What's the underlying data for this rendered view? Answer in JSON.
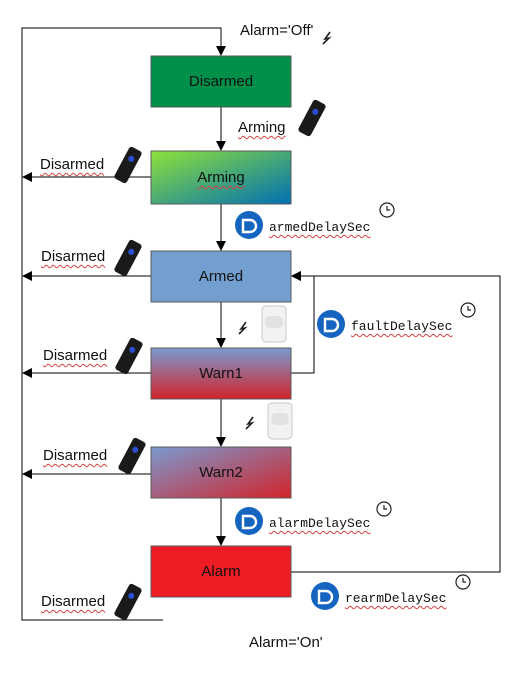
{
  "title_top": "Alarm='Off'",
  "title_bottom": "Alarm='On'",
  "states": {
    "disarmed": "Disarmed",
    "arming": "Arming",
    "armed": "Armed",
    "warn1": "Warn1",
    "warn2": "Warn2",
    "alarm": "Alarm"
  },
  "transitions": {
    "arming_label": "Arming",
    "disarmed_label": "Disarmed",
    "armed_delay": "armedDelaySec",
    "fault_delay": "faultDelaySec",
    "alarm_delay": "alarmDelaySec",
    "rearm_delay": "rearmDelaySec"
  },
  "colors": {
    "disarmed": "#00904a",
    "arming_start": "#8fe23a",
    "arming_end": "#006fb3",
    "armed": "#729fcf",
    "warn_top": "#7a9ad0",
    "warn_bottom": "#d2232a",
    "alarm": "#ee1c25",
    "badge": "#1565c0"
  }
}
